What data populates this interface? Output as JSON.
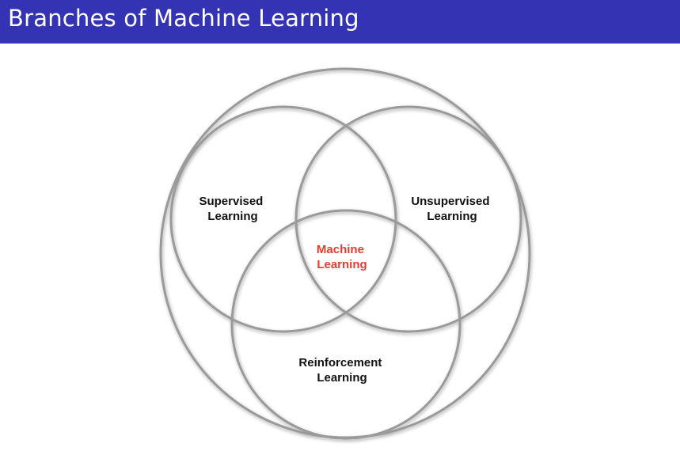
{
  "title": "Branches of Machine Learning",
  "diagram": {
    "supervised": {
      "line1": "Supervised",
      "line2": "Learning"
    },
    "unsupervised": {
      "line1": "Unsupervised",
      "line2": "Learning"
    },
    "reinforcement": {
      "line1": "Reinforcement",
      "line2": "Learning"
    },
    "center": {
      "line1": "Machine",
      "line2": "Learning"
    }
  },
  "colors": {
    "title_bar": "#3333b3",
    "title_text": "#ffffff",
    "circle_stroke": "#9a9a9a",
    "label_text": "#111111",
    "center_text": "#e83a2f"
  }
}
